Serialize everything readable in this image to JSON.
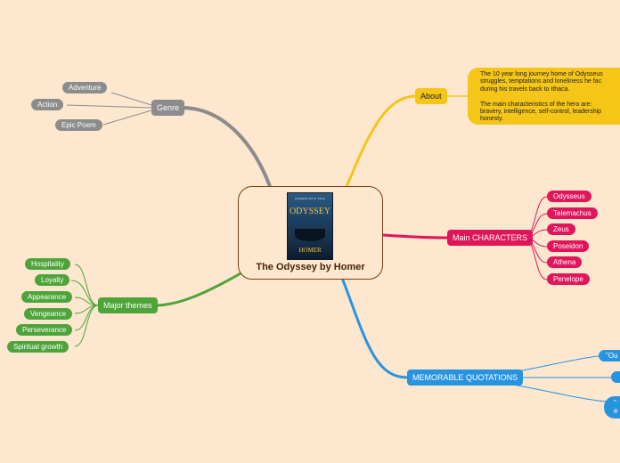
{
  "center": {
    "title": "The Odyssey by Homer"
  },
  "cover": {
    "top_text": "HOMERS EPIC TALE",
    "title": "ODYSSEY",
    "author": "HOMER"
  },
  "colors": {
    "background": "#fde7cf",
    "genre": "#8c8c8c",
    "themes": "#4ea43b",
    "characters": "#e0155c",
    "quotations": "#2794e0",
    "about": "#f5c518"
  },
  "genre": {
    "label": "Genre",
    "items": [
      "Adventure",
      "Action",
      "Epic Poem"
    ]
  },
  "themes": {
    "label": "Major themes",
    "items": [
      "Hospitality",
      "Loyalty",
      "Appearance",
      "Vengeance",
      "Perseverance",
      "Spiritual growth"
    ]
  },
  "about": {
    "label": "About",
    "text1": [
      "The 10 year long journey home of Odysseus",
      "struggles, temptations and loneliness he fac",
      "during his travels back to Ithaca."
    ],
    "text2": [
      "The main characteristics of the hero are:",
      "bravery, intelligence, self-control, leadership",
      "honesty."
    ]
  },
  "characters": {
    "label": "Main CHARACTERS",
    "items": [
      "Odysseus",
      "Telemachus",
      "Zeus",
      "Poseidon",
      "Athena",
      "Penelope"
    ]
  },
  "quotations": {
    "label": "MEMORABLE QUOTATIONS",
    "items": [
      "\"Ou",
      "",
      "\"",
      "e"
    ]
  }
}
